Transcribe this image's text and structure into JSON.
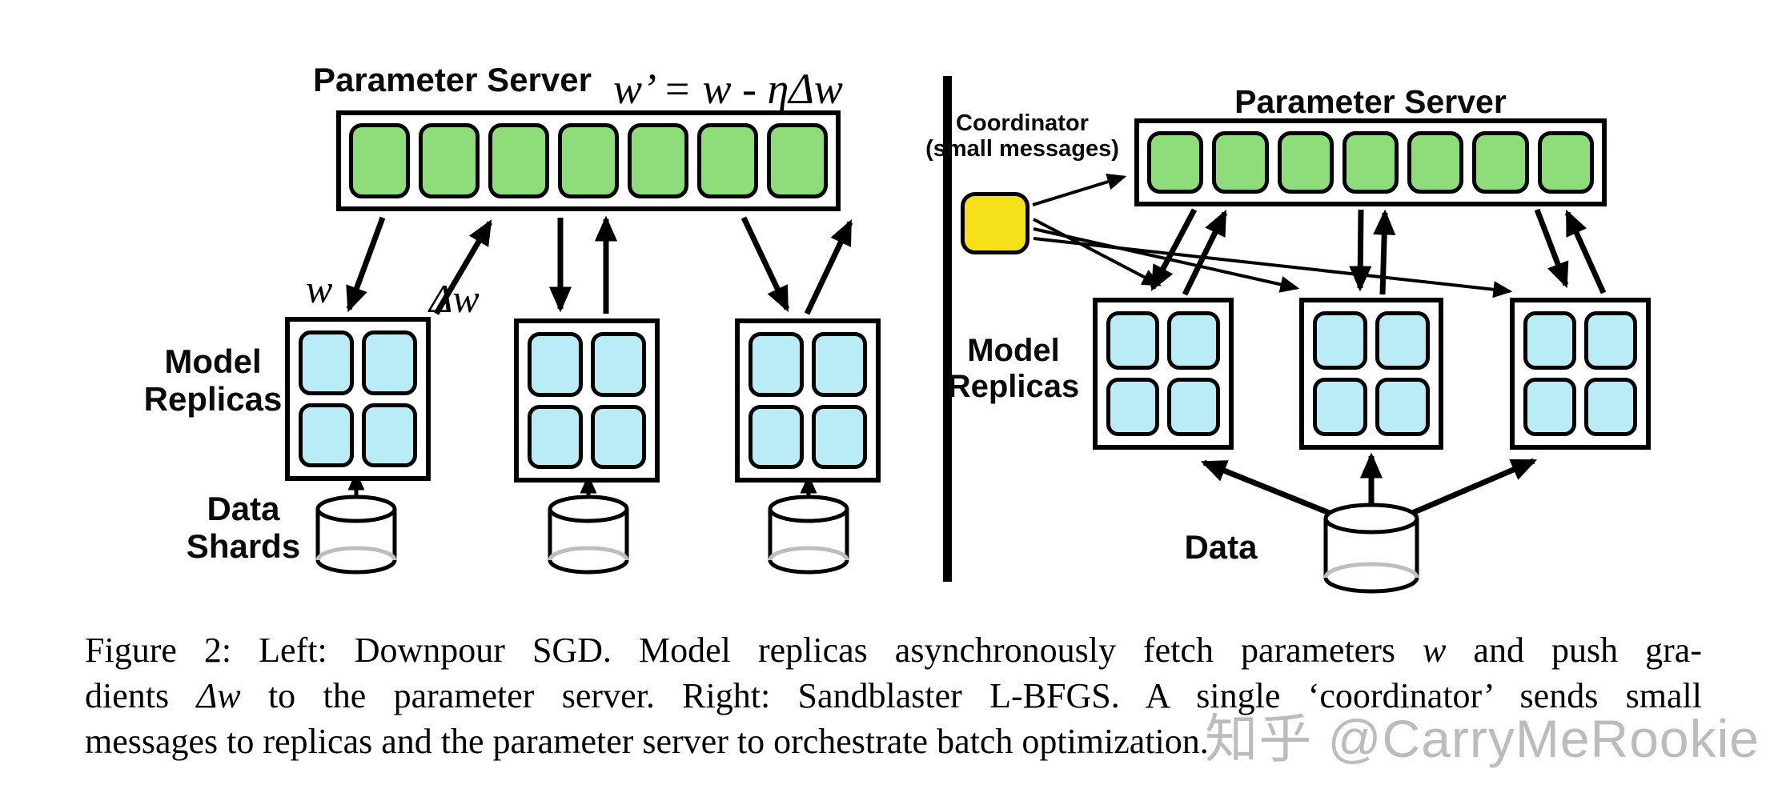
{
  "colors": {
    "green": "#8edc7a",
    "blue": "#baecf8",
    "yellow": "#f6e01a",
    "ink": "#000000",
    "watermark_gray": "#bcbcbc"
  },
  "left_panel": {
    "parameter_server_label": "Parameter Server",
    "update_formula": "w’ = w - ηΔw",
    "weights_label": "w",
    "gradient_label": "Δw",
    "model_replicas_line1": "Model",
    "model_replicas_line2": "Replicas",
    "data_shards_line1": "Data",
    "data_shards_line2": "Shards"
  },
  "right_panel": {
    "parameter_server_label": "Parameter Server",
    "coordinator_line1": "Coordinator",
    "coordinator_line2": "(small messages)",
    "model_replicas_line1": "Model",
    "model_replicas_line2": "Replicas",
    "data_label": "Data"
  },
  "caption": {
    "line1_start": "Figure 2: Left: Downpour SGD. Model replicas asynchronously fetch parameters ",
    "line1_math": "w",
    "line1_end": " and push gra-",
    "line2_start": "dients ",
    "line2_math": "Δw",
    "line2_end": " to the parameter server. Right: Sandblaster L-BFGS. A single ‘coordinator’ sends small",
    "line3": "messages to replicas and the parameter server to orchestrate batch optimization."
  },
  "watermark": "知乎 @CarryMeRookie"
}
